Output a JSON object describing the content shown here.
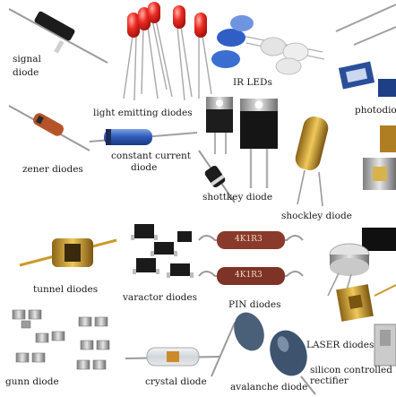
{
  "labels": {
    "signal_diode": [
      "signal",
      "diode"
    ],
    "light_emitting_diodes": "light emitting diodes",
    "ir_leds": "IR LEDs",
    "photodiode": "photodio",
    "zener_diodes": "zener diodes",
    "constant_current_diode": [
      "constant current",
      "diode"
    ],
    "shottkey_diode": "shottkey  diode",
    "shockley_diode": "shockley  diode",
    "tunnel_diodes": "tunnel  diodes",
    "varactor_diodes": "varactor diodes",
    "pin_diodes": "PIN diodes",
    "laser_diodes": "LASER diodes",
    "gunn_diode": "gunn diode",
    "crystal_diode": "crystal diode",
    "avalanche_diode": "avalanche diode",
    "scr": "silicon controlled rectifier"
  },
  "component_markings": {
    "pin_resistor_a": "4K1R3",
    "pin_resistor_b": "4K1R3"
  },
  "colors": {
    "led_red": "#e8231f",
    "ir_blue": "#3a6fd1",
    "body_black": "#1c1c1c",
    "gold": "#c99a2e",
    "zener_orange": "#b5542a",
    "pin_body": "#8a3a2a",
    "lead_grey": "#9a9a9a"
  }
}
